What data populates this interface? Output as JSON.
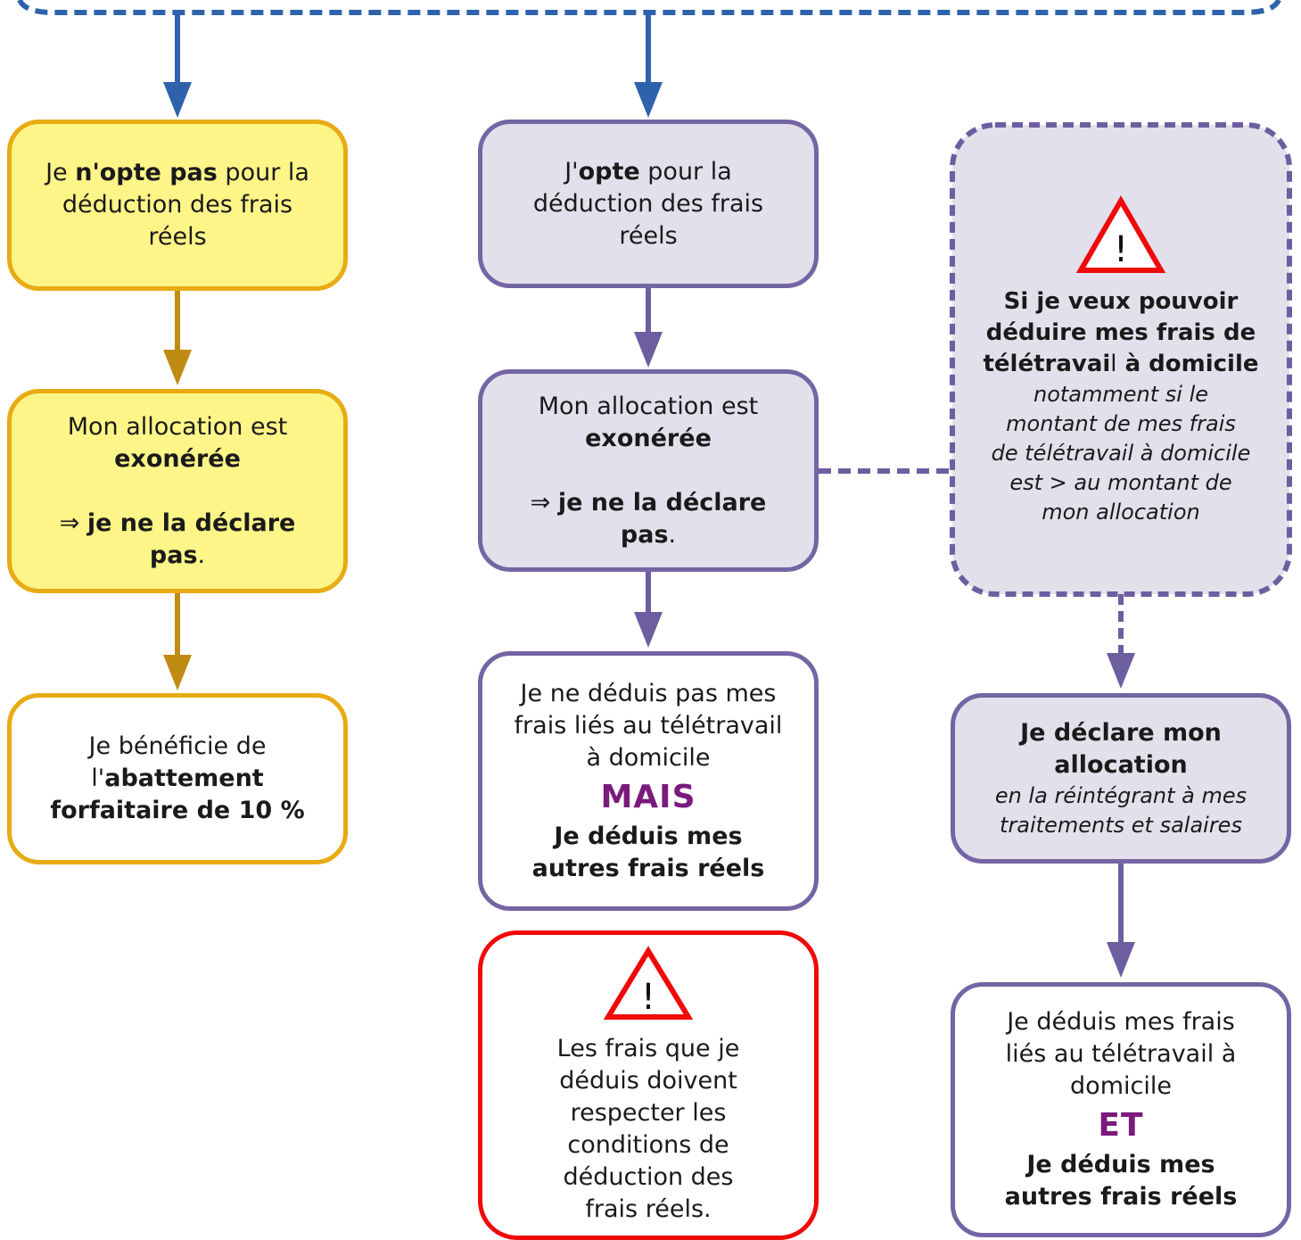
{
  "colors": {
    "blue_arrow": "#2e63ac",
    "gold_arrow": "#c08b12",
    "purple_arrow": "#6d5ea0",
    "yellow_fill": "#fdf588",
    "purple_fill": "#e2e0eb",
    "warning_red": "#ef0a0a",
    "emphasis_purple": "#7b1a7d"
  },
  "left": {
    "box1": {
      "pre": "Je ",
      "bold": "n'opte pas",
      "post": " pour la déduction des frais réels"
    },
    "box2": {
      "line1": "Mon allocation est",
      "line2": "exonérée",
      "arrow": "⇒ ",
      "bold": "je ne la déclare pas",
      "post": "."
    },
    "box3": {
      "line1": "Je bénéficie de",
      "pre": "l'",
      "bold": "abattement forfaitaire de 10 %"
    }
  },
  "middle": {
    "box1": {
      "pre": "J'",
      "bold": "opte",
      "post": " pour la déduction des frais réels"
    },
    "box2": {
      "line1": "Mon allocation est",
      "line2": "exonérée",
      "arrow": "⇒ ",
      "bold": "je ne la déclare pas",
      "post": "."
    },
    "box3": {
      "text": "Je ne déduis pas mes frais liés au télétravail à domicile",
      "emphasis": "MAIS",
      "bold": "Je déduis mes autres frais réels"
    },
    "warning": {
      "icon": "!",
      "text": "Les frais que je déduis doivent respecter les conditions de déduction des frais réels."
    }
  },
  "right": {
    "warning": {
      "icon": "!",
      "bold1": "Si je veux pouvoir déduire mes frais de télétravai",
      "plain": "l",
      "bold2": " à domicile",
      "italic": "notamment si le montant de mes frais de télétravail à domicile est > au montant de mon allocation"
    },
    "box1": {
      "bold": "Je déclare mon allocation",
      "italic": "en la réintégrant à mes traitements et salaires"
    },
    "box2": {
      "text": "Je déduis mes frais liés au télétravail à domicile",
      "emphasis": "ET",
      "bold": "Je déduis mes autres frais réels"
    }
  }
}
